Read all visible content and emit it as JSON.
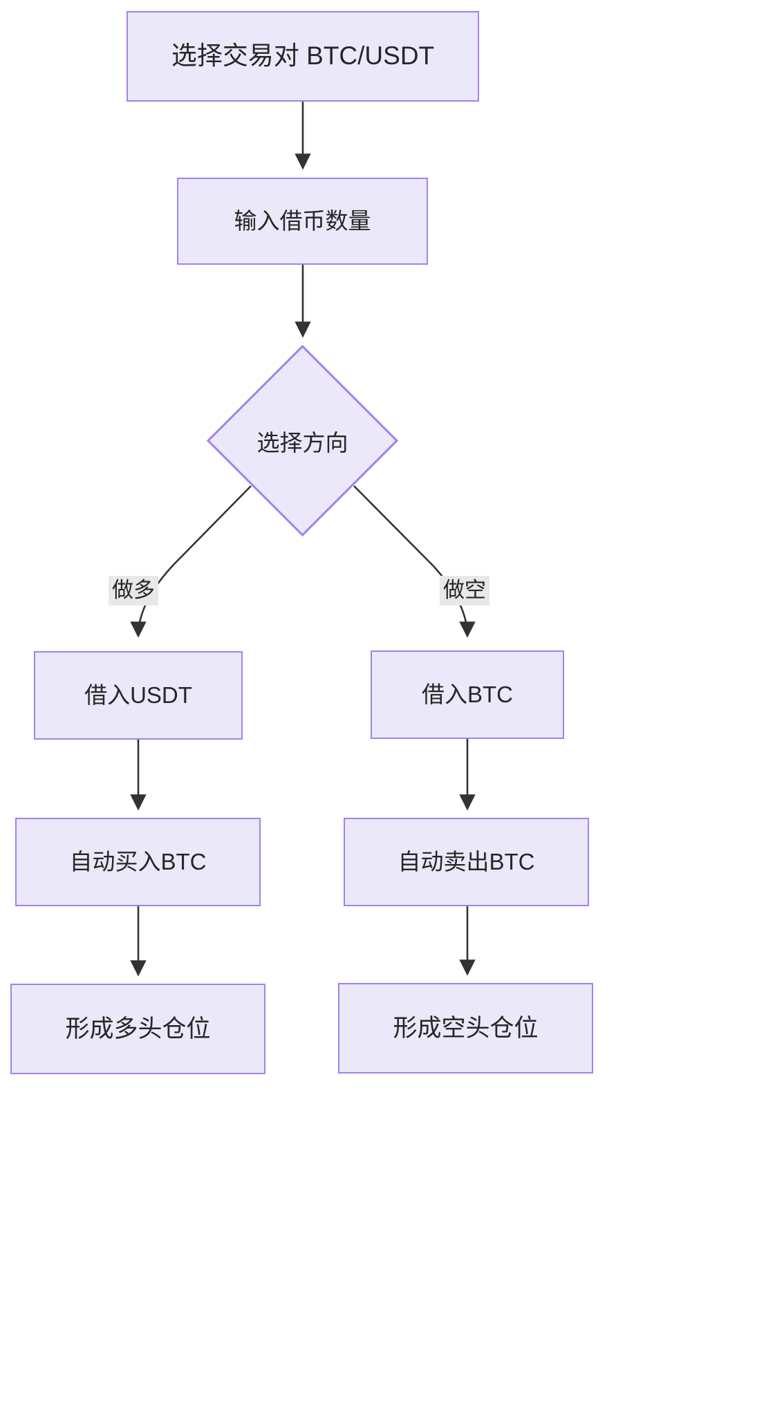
{
  "diagram": {
    "type": "flowchart",
    "direction": "top-to-bottom",
    "colors": {
      "node_fill": "#ebe8fa",
      "node_border": "#a47ff0",
      "node_text": "#262626",
      "edge_stroke": "#333333",
      "edge_label_bg": "#e8e8e8",
      "background": "#ffffff"
    },
    "nodes": [
      {
        "id": "pair",
        "shape": "rect",
        "label": "选择交易对 BTC/USDT"
      },
      {
        "id": "amount",
        "shape": "rect",
        "label": "输入借币数量"
      },
      {
        "id": "direction",
        "shape": "diamond",
        "label": "选择方向"
      },
      {
        "id": "borrow_usdt",
        "shape": "rect",
        "label": "借入USDT"
      },
      {
        "id": "borrow_btc",
        "shape": "rect",
        "label": "借入BTC"
      },
      {
        "id": "buy_btc",
        "shape": "rect",
        "label": "自动买入BTC"
      },
      {
        "id": "sell_btc",
        "shape": "rect",
        "label": "自动卖出BTC"
      },
      {
        "id": "long_pos",
        "shape": "rect",
        "label": "形成多头仓位"
      },
      {
        "id": "short_pos",
        "shape": "rect",
        "label": "形成空头仓位"
      }
    ],
    "edges": [
      {
        "from": "pair",
        "to": "amount",
        "label": ""
      },
      {
        "from": "amount",
        "to": "direction",
        "label": ""
      },
      {
        "from": "direction",
        "to": "borrow_usdt",
        "label": "做多"
      },
      {
        "from": "direction",
        "to": "borrow_btc",
        "label": "做空"
      },
      {
        "from": "borrow_usdt",
        "to": "buy_btc",
        "label": ""
      },
      {
        "from": "borrow_btc",
        "to": "sell_btc",
        "label": ""
      },
      {
        "from": "buy_btc",
        "to": "long_pos",
        "label": ""
      },
      {
        "from": "sell_btc",
        "to": "short_pos",
        "label": ""
      }
    ],
    "edge_labels": {
      "long": "做多",
      "short": "做空"
    }
  }
}
